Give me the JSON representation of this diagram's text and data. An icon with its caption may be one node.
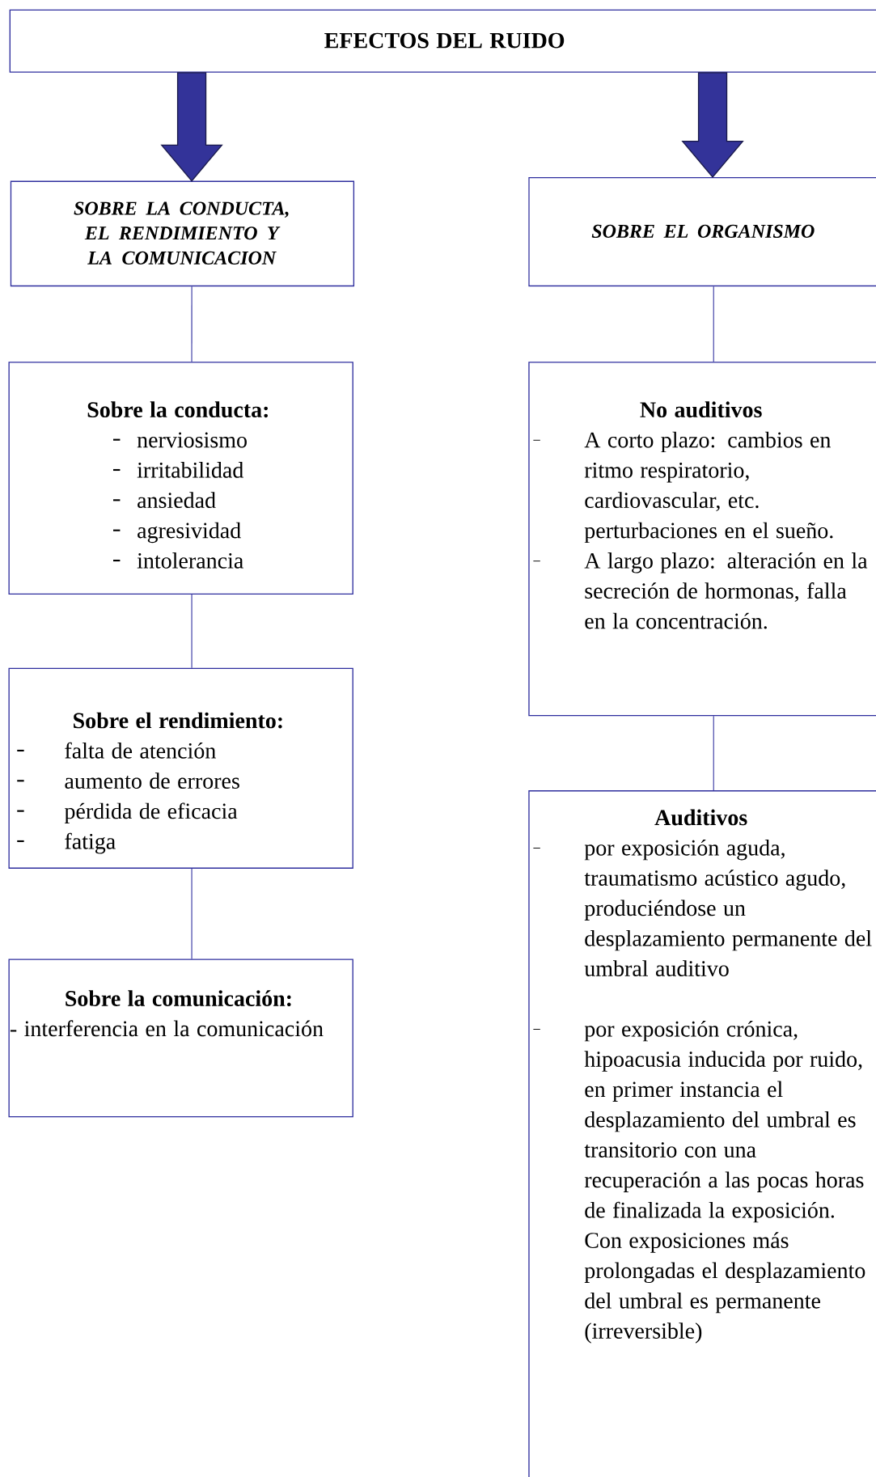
{
  "diagram": {
    "nodes": [
      {
        "text": [
          "EFECTOS DEL RUIDO"
        ]
      },
      {
        "text": [
          "SOBRE LA CONDUCTA, EL RENDIMIENTO Y LA COMUNICACION"
        ]
      },
      {
        "text": [
          "SOBRE EL ORGANISMO"
        ]
      },
      {
        "text": [
          "Sobre la conducta:",
          "nerviosismo",
          "irritabilidad",
          "ansiedad",
          "agresividad",
          "intolerancia"
        ]
      },
      {
        "text": [
          "Sobre el rendimiento:",
          "falta de atención",
          "aumento de errores",
          "pérdida de eficacia",
          "fatiga"
        ]
      },
      {
        "text": [
          "Sobre la comunicación:",
          "- interferencia en la comunicación"
        ]
      },
      {
        "text": [
          "No auditivos",
          "A corto plazo: cambios en ritmo respiratorio, cardiovascular, etc. perturbaciones en el sueño.",
          "A largo plazo: alteración en la secreción de hormonas, falla en la concentración."
        ]
      },
      {
        "text": [
          "Auditivos",
          "por exposición aguda, traumatismo acústico agudo, produciéndose un desplazamiento permanente del umbral auditivo",
          "por exposición crónica, hipoacusia inducida por ruido, en primer instancia el desplazamiento del umbral es transitorio con una recuperación a las pocas horas de finalizada la exposición. Con exposiciones más prolongadas el desplazamiento del umbral es permanente (irreversible)"
        ]
      }
    ],
    "edges": [
      {
        "from": 0,
        "to": 1,
        "arrow": "to",
        "style": "thick"
      },
      {
        "from": 0,
        "to": 2,
        "arrow": "to",
        "style": "thick"
      },
      {
        "from": 1,
        "to": 3,
        "arrow": "none"
      },
      {
        "from": 3,
        "to": 4,
        "arrow": "none"
      },
      {
        "from": 4,
        "to": 5,
        "arrow": "none"
      },
      {
        "from": 2,
        "to": 6,
        "arrow": "none"
      },
      {
        "from": 6,
        "to": 7,
        "arrow": "none"
      }
    ]
  }
}
